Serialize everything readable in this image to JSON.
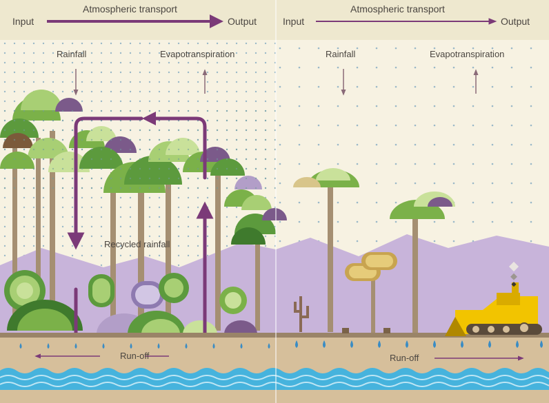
{
  "top_bar": {
    "left_panel": {
      "input": "Input",
      "title": "Atmospheric transport",
      "output": "Output"
    },
    "right_panel": {
      "input": "Input",
      "title": "Atmospheric transport",
      "output": "Output"
    }
  },
  "left_panel": {
    "rainfall": "Rainfall",
    "evapotranspiration": "Evapotranspiration",
    "recycled": "Recycled rainfall",
    "runoff": "Run-off"
  },
  "right_panel": {
    "rainfall": "Rainfall",
    "evapotranspiration": "Evapotranspiration",
    "runoff": "Run-off"
  },
  "colors": {
    "sky": "#f7f2e2",
    "header": "#eee8cf",
    "arrow_purple": "#7b3a78",
    "hills": "#c8b4da",
    "soil": "#d6bf9b",
    "water": "#46b3dd",
    "tree_green": "#7bb149",
    "trunk": "#a58f72",
    "bulldozer": "#f2c400"
  }
}
